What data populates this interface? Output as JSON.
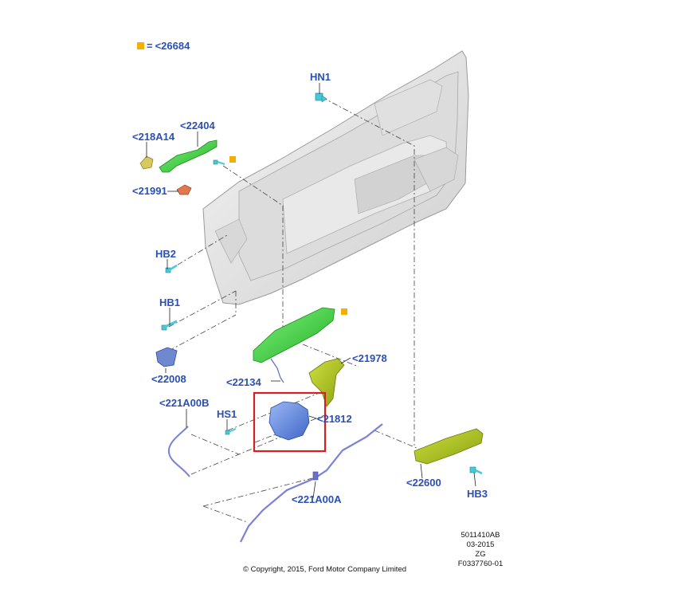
{
  "legend": {
    "equals": "=",
    "ref": "<26684"
  },
  "labels": {
    "hn1": "HN1",
    "p22404": "<22404",
    "p218a14": "<218A14",
    "p21991": "<21991",
    "hb2": "HB2",
    "hb1": "HB1",
    "p22008": "<22008",
    "p21978": "<21978",
    "p22134": "<22134",
    "p221a00b": "<221A00B",
    "hs1": "HS1",
    "p21812": "<21812",
    "p221a00a": "<221A00A",
    "p22600": "<22600",
    "hb3": "HB3"
  },
  "meta": {
    "line1": "5011410AB",
    "line2": "03-2015",
    "line3": "ZG",
    "line4": "F0337760-01"
  },
  "copyright": "© Copyright, 2015, Ford Motor Company Limited",
  "colors": {
    "label": "#2a4fb5",
    "legend_marker": "#f3b000",
    "highlight_box": "#d42020",
    "door_panel": "#e4e4e4",
    "green_part": "#49d649",
    "olive_part": "#a8c020",
    "blue_part": "#6a8fe0",
    "cyan_fastener": "#48c8d8",
    "cable": "#7a82d8"
  }
}
